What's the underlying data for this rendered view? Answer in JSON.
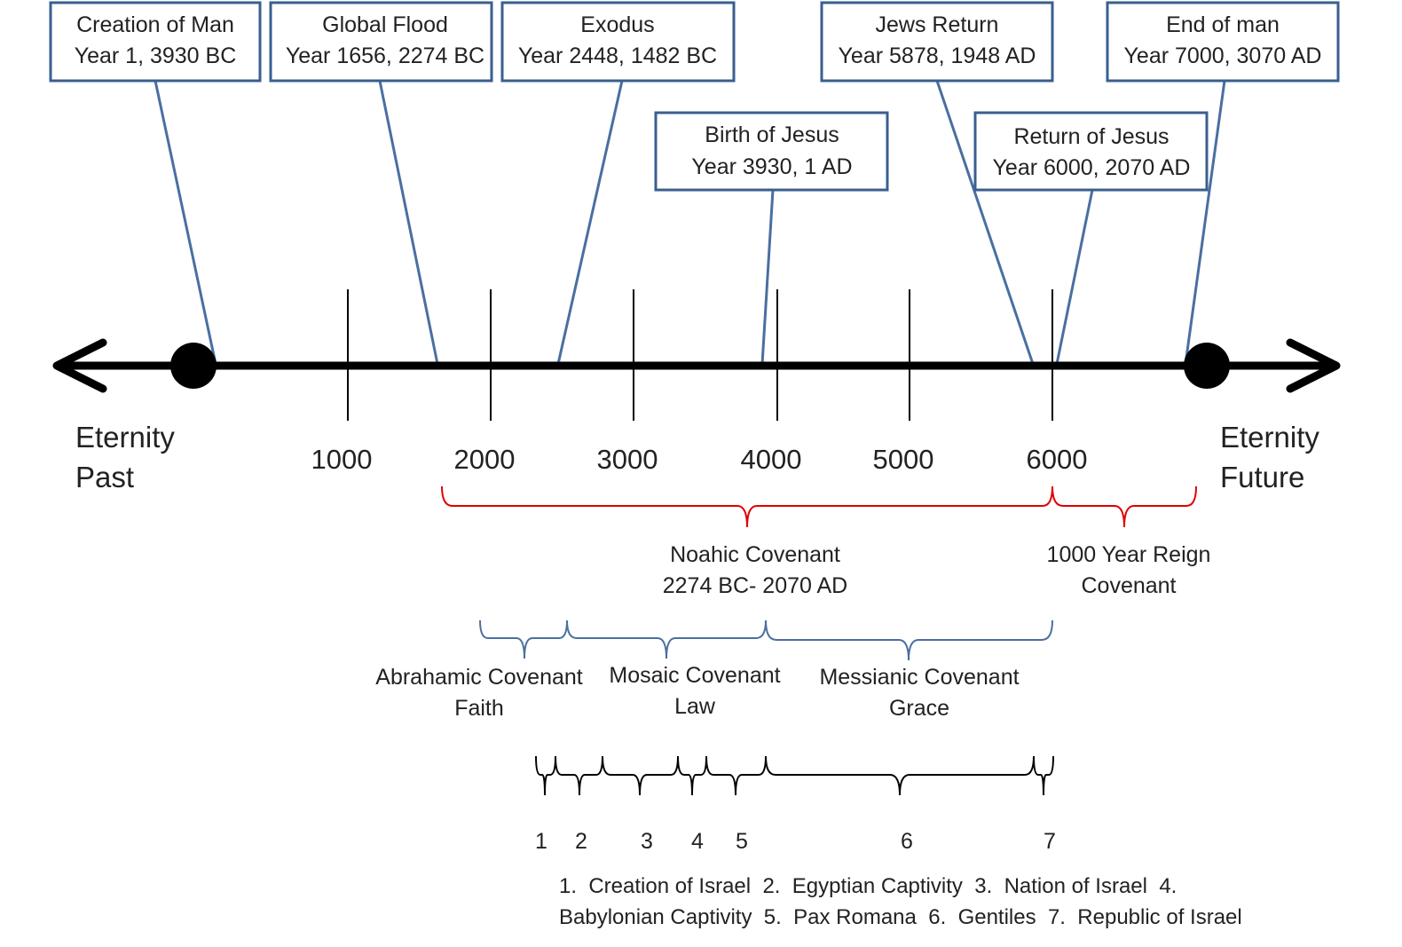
{
  "colors": {
    "box_border": "#3a5f8f",
    "pointer_line": "#4a6fa0",
    "axis": "#000000",
    "red_brace": "#e00000",
    "blue_brace": "#4a6fa0",
    "black_brace": "#000000",
    "text": "#222222"
  },
  "events": [
    {
      "id": "creation-of-man",
      "title": "Creation of Man",
      "subtitle": "Year 1, 3930 BC"
    },
    {
      "id": "global-flood",
      "title": "Global Flood",
      "subtitle": "Year 1656, 2274 BC"
    },
    {
      "id": "exodus",
      "title": "Exodus",
      "subtitle": "Year 2448, 1482 BC"
    },
    {
      "id": "jews-return",
      "title": "Jews Return",
      "subtitle": "Year 5878, 1948 AD"
    },
    {
      "id": "end-of-man",
      "title": "End of man",
      "subtitle": "Year 7000, 3070 AD"
    },
    {
      "id": "birth-of-jesus",
      "title": "Birth of Jesus",
      "subtitle": "Year 3930, 1 AD"
    },
    {
      "id": "return-of-jesus",
      "title": "Return of Jesus",
      "subtitle": "Year 6000, 2070 AD"
    }
  ],
  "axis": {
    "ticks": [
      "1000",
      "2000",
      "3000",
      "4000",
      "5000",
      "6000"
    ],
    "left_label": [
      "Eternity",
      "Past"
    ],
    "right_label": [
      "Eternity",
      "Future"
    ]
  },
  "covenants_red": [
    {
      "id": "noahic",
      "lines": [
        "Noahic Covenant",
        "2274 BC- 2070 AD"
      ]
    },
    {
      "id": "thousand-year",
      "lines": [
        "1000 Year Reign",
        "Covenant"
      ]
    }
  ],
  "covenants_blue": [
    {
      "id": "abrahamic",
      "lines": [
        "Abrahamic Covenant",
        "Faith"
      ]
    },
    {
      "id": "mosaic",
      "lines": [
        "Mosaic Covenant",
        "Law"
      ]
    },
    {
      "id": "messianic",
      "lines": [
        "Messianic Covenant",
        "Grace"
      ]
    }
  ],
  "segments": [
    "1",
    "2",
    "3",
    "4",
    "5",
    "6",
    "7"
  ],
  "legend": [
    "1.  Creation of Israel  2.  Egyptian Captivity  3.  Nation of Israel  4.",
    "Babylonian Captivity  5.  Pax Romana  6.  Gentiles  7.  Republic of Israel"
  ]
}
